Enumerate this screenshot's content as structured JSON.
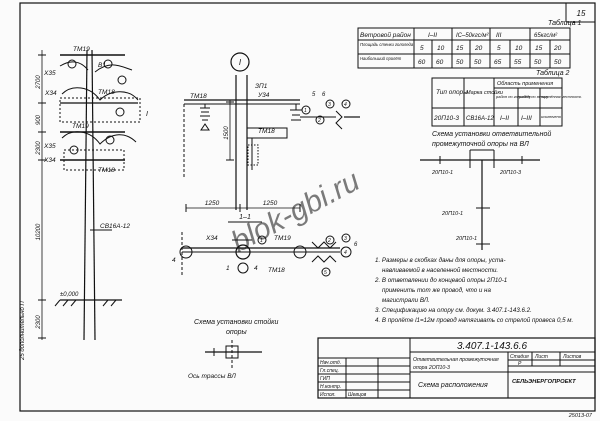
{
  "sheet": {
    "page_number": "15",
    "watermark": "blok-gbi.ru",
    "bottom_stamp": "3.407.1-143.6.6",
    "corner_code": "25013-07"
  },
  "left_view": {
    "labels": {
      "tm19_top": "ТМ19",
      "x35_a": "Х35",
      "b1": "В1",
      "x34_a": "Х34",
      "tm18_top": "ТМ18",
      "i_label": "I",
      "tm19_mid": "ТМ19",
      "x35_b": "Х35",
      "x34_b": "Х34",
      "tm18_bot": "ТМ18",
      "sv": "СВ16А-12",
      "zero_mark": "±0,000",
      "side_note": "25 дополнительно П"
    },
    "dims": {
      "d1": "2700",
      "d2": "900",
      "d3": "2300",
      "d4": "10200",
      "d5": "2300"
    }
  },
  "middle_view": {
    "detail_marker": "I",
    "labels": {
      "zp1": "ЗП1",
      "x34": "У34",
      "tm18_left": "ТМ18",
      "tm18_right": "ТМ18",
      "n1": "1",
      "n2": "2",
      "n3": "3",
      "n4": "4",
      "n5": "5",
      "n6": "6"
    },
    "dims": {
      "vertical": "1500",
      "width_a": "1250",
      "width_b": "1250"
    },
    "section": {
      "title": "1–1",
      "labels": {
        "x34": "Х34",
        "tm19": "ТМ19",
        "n1": "1",
        "n2": "2",
        "n3": "3",
        "n4": "4",
        "n5": "5",
        "n6": "6",
        "a1": "4",
        "a2": "4",
        "a3": "1",
        "tm18": "ТМ18"
      }
    },
    "small_scheme": {
      "title_line1": "Схема установки стойки",
      "title_line2": "опоры",
      "route_label": "Ось трассы ВЛ"
    }
  },
  "table1": {
    "caption": "Таблица 1",
    "rows": [
      {
        "label": "Ветровой район",
        "cells": [
          "I–II",
          "IС–50кгс/м²",
          "III",
          "65кгс/м²",
          ""
        ]
      },
      {
        "label": "Площадь стенки гололеда",
        "cells": [
          "5",
          "10",
          "15",
          "20",
          "5",
          "10",
          "15",
          "20"
        ]
      },
      {
        "label": "Наибольший пролёт",
        "cells": [
          "60",
          "60",
          "50",
          "50",
          "65",
          "55",
          "50",
          "50"
        ]
      }
    ]
  },
  "table2": {
    "caption": "Таблица 2",
    "headers": [
      "Тип опоры",
      "Марка стойки",
      "Область применения",
      "район по гололёду",
      "район по ветру",
      "населённая местность"
    ],
    "row": [
      "20П10-3",
      "СВ16А-12",
      "I–II",
      "I–III",
      "исключено"
    ]
  },
  "right_scheme": {
    "title_line1": "Схема установки ответвительной",
    "title_line2": "промежуточной опоры на ВЛ",
    "labels": {
      "lbl_a": "20П10-1",
      "lbl_b": "20П10-3",
      "lbl_c": "20П10-1",
      "lbl_d": "20П10-1"
    }
  },
  "notes": [
    "1. Размеры в скобках даны для опоры, уста- навливаемой в населенной местности.",
    "2. В ответвлении до концевой опоры 2П10-1 применить тот же провод, что и на магистрали ВЛ.",
    "3. Спецификацию на опору см. докум. 3.407.1-143.6.2.",
    "4. В пролёте l1=12м провод натягивать со стрелой провеса 0,5 м."
  ],
  "title_block": {
    "code": "3.407.1-143.6.6",
    "description_line1": "Ответвительная промежуточная",
    "description_line2": "опора  2ОП10-3",
    "stage_header": "Стадия",
    "sheet_header": "Лист",
    "sheets_header": "Листов",
    "stage": "Р",
    "sheet_no": "",
    "sheets_total": "",
    "org": "СЕЛЬЭНЕРГОПРОЕКТ",
    "drawing_title": "Схема расположения",
    "staff": [
      {
        "role": "Нач.отд.",
        "name": ""
      },
      {
        "role": "Гл.спец.",
        "name": ""
      },
      {
        "role": "ГИП",
        "name": ""
      },
      {
        "role": "Н.контр.",
        "name": ""
      },
      {
        "role": "Испол.",
        "name": "Шевцов"
      }
    ]
  }
}
